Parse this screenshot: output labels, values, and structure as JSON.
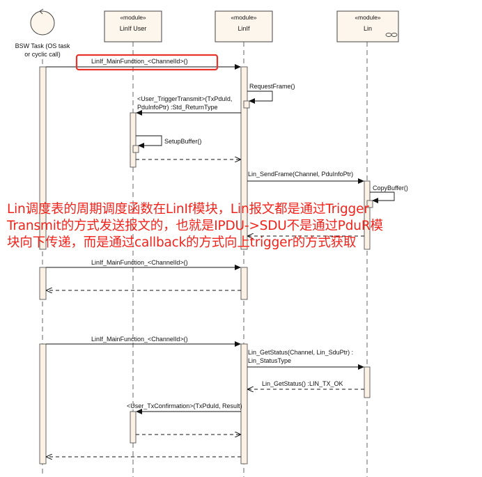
{
  "actor": {
    "label_lines": [
      "BSW Task (OS task",
      "or cyclic call)"
    ]
  },
  "participants": [
    {
      "stereotype": "«module»",
      "name": "LinIf User"
    },
    {
      "stereotype": "«module»",
      "name": "LinIf"
    },
    {
      "stereotype": "«module»",
      "name": "Lin"
    }
  ],
  "messages": {
    "mainfunction_1": "LinIf_MainFunction_<ChannelId>()",
    "request_frame": "RequestFrame()",
    "trigger_transmit_1": "<User_TriggerTransmit>(TxPduId,",
    "trigger_transmit_2": "PduInfoPtr) :Std_ReturnType",
    "setup_buffer": "SetupBuffer()",
    "send_frame": "Lin_SendFrame(Channel, PduInfoPtr)",
    "copy_buffer": "CopyBuffer()",
    "mainfunction_2": "LinIf_MainFunction_<ChannelId>()",
    "mainfunction_3": "LinIf_MainFunction_<ChannelId>()",
    "get_status_1": "Lin_GetStatus(Channel, Lin_SduPtr) :",
    "get_status_2": "Lin_StatusType",
    "get_status_return": "Lin_GetStatus() :LIN_TX_OK",
    "tx_confirmation": "<User_TxConfirmation>(TxPduId, Result)"
  },
  "annotation": {
    "lines": [
      "Lin调度表的周期调度函数在LinIf模块，Lin报文都是通过Trigger",
      "Transmit的方式发送报文的，也就是IPDU->SDU不是通过PduR模",
      "块向下传递，而是通过callback的方式向上trigger的方式获取"
    ],
    "color": "#f2231b"
  },
  "colors": {
    "highlight_box": "#e8322a",
    "activation_fill": "#fbf1e4",
    "participant_fill": "#fdf6ec"
  }
}
